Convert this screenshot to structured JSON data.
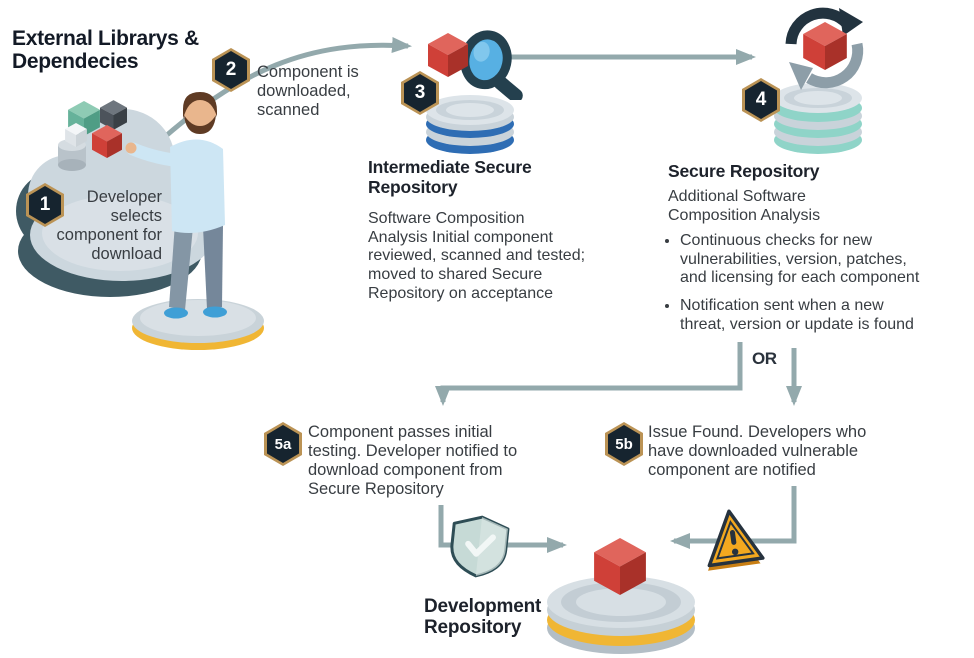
{
  "colors": {
    "line": "#93a9ac",
    "badge_bg": "#16242f",
    "badge_ring": "#bb9355",
    "heading_text": "#1d222b",
    "body_text": "#383d42",
    "cube_red": "#cf4038",
    "repo_blue": "#2e6db4",
    "repo_teal": "#8fd4c8",
    "repo_yellow": "#f0b634",
    "warning_yellow": "#f3a81f",
    "shield_teal": "#c6dad6"
  },
  "header": {
    "title": "External Librarys &\nDependecies"
  },
  "steps": {
    "s1": {
      "num": "1",
      "text": "Developer\nselects\ncomponent for\ndownload"
    },
    "s2": {
      "num": "2",
      "text": "Component is\ndownloaded,\nscanned"
    },
    "s3": {
      "num": "3"
    },
    "s4": {
      "num": "4"
    },
    "s5a": {
      "num": "5a",
      "text": "Component passes initial\ntesting. Developer notified to\ndownload component from\nSecure Repository"
    },
    "s5b": {
      "num": "5b",
      "text": "Issue Found. Developers who\nhave downloaded vulnerable\ncomponent are notified"
    }
  },
  "intermediate_repo": {
    "title": "Intermediate Secure\nRepository",
    "body": "Software Composition\nAnalysis Initial component\nreviewed, scanned and tested;\nmoved to shared Secure\nRepository on acceptance"
  },
  "secure_repo": {
    "title": "Secure Repository",
    "subtitle": "Additional Software\nComposition Analysis",
    "bullets": [
      "Continuous checks for new\nvulnerabilities, version, patches,\nand licensing for each component",
      "Notification sent when a new\nthreat, version or update is found"
    ]
  },
  "or_label": "OR",
  "development_repo": {
    "title": "Development\nRepository"
  },
  "icons": {
    "cloud": "cloud-shape",
    "developer": "person-figure",
    "component_cube": "red-cube",
    "scan": "magnifier",
    "analysis": "refresh-arrows",
    "pass": "shield-check",
    "issue": "warning-triangle",
    "repository": "disk-stack"
  }
}
